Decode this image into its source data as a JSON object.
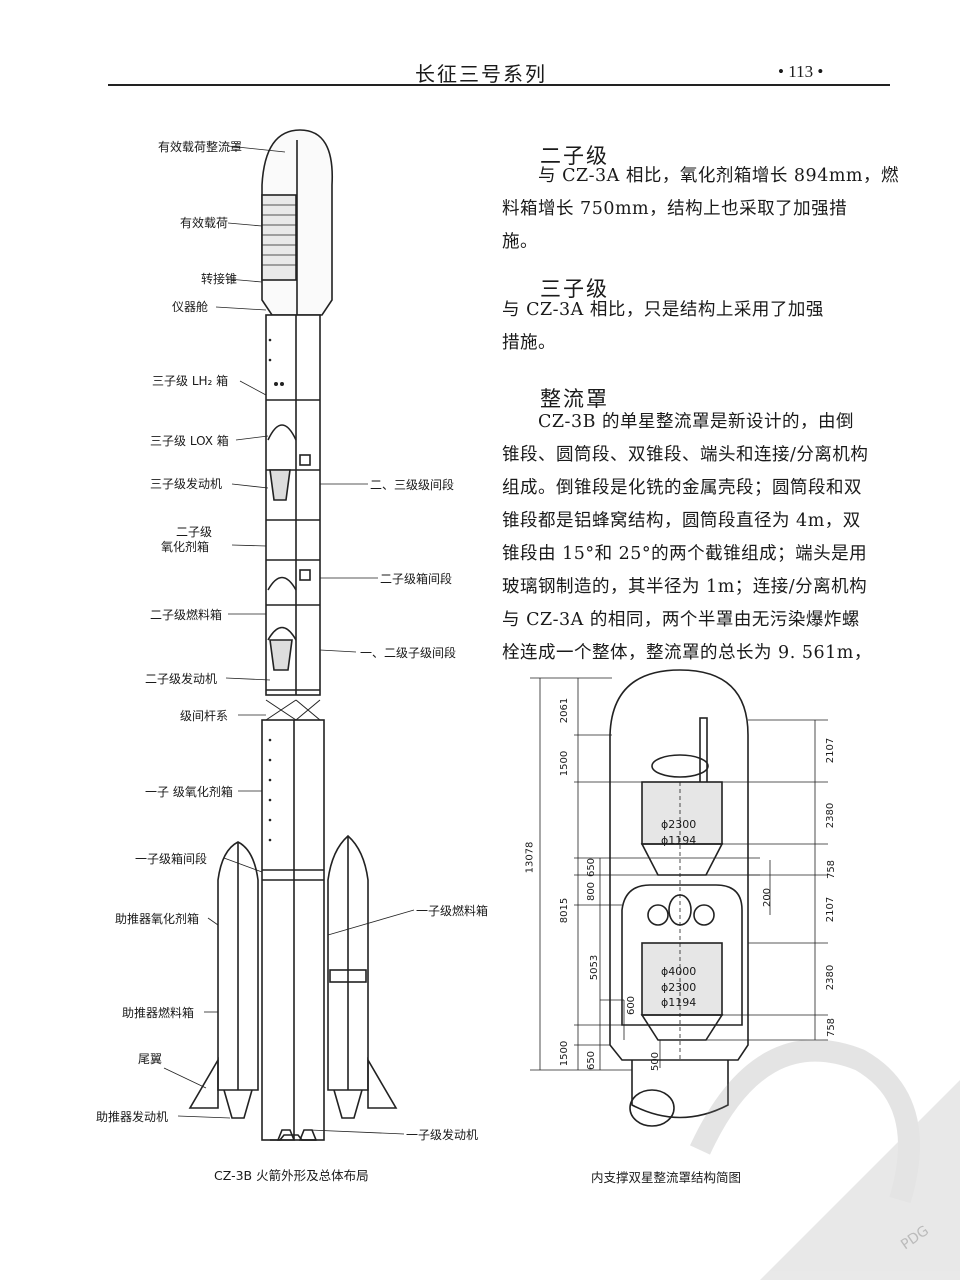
{
  "header": {
    "title": "长征三号系列",
    "page_number": "• 113 •"
  },
  "sections": [
    {
      "title": "二子级",
      "lines": [
        "与 CZ-3A 相比，氧化剂箱增长 894mm，燃",
        "料箱增长 750mm，结构上也采取了加强措",
        "施。"
      ]
    },
    {
      "title": "三子级",
      "lines": [
        "与 CZ-3A 相比，只是结构上采用了加强",
        "措施。"
      ]
    },
    {
      "title": "整流罩",
      "lines": [
        "CZ-3B 的单星整流罩是新设计的，由倒",
        "锥段、圆筒段、双锥段、端头和连接/分离机构",
        "组成。倒锥段是化铣的金属壳段；圆筒段和双",
        "锥段都是铝蜂窝结构，圆筒段直径为 4m，双",
        "锥段由 15°和 25°的两个截锥组成；端头是用",
        "玻璃钢制造的，其半径为 1m；连接/分离机构",
        "与 CZ-3A 的相同，两个半罩由无污染爆炸螺",
        "栓连成一个整体，整流罩的总长为 9. 561m，"
      ]
    }
  ],
  "rocket_figure": {
    "caption": "CZ-3B 火箭外形及总体布局",
    "labels_left": [
      "有效载荷整流罩",
      "有效载荷",
      "转接锥",
      "仪器舱",
      "三子级 LH₂ 箱",
      "三子级 LOX 箱",
      "三子级发动机",
      "二子级",
      "氧化剂箱",
      "二子级燃料箱",
      "二子级发动机",
      "级间杆系",
      "一子 级氧化剂箱",
      "一子级箱间段",
      "助推器氧化剂箱",
      "助推器燃料箱",
      "尾翼",
      "助推器发动机"
    ],
    "labels_right": [
      "二、三级级间段",
      "二子级箱间段",
      "一、二级子级间段",
      "一子级燃料箱",
      "一子级发动机"
    ]
  },
  "fairing_figure": {
    "caption": "内支撑双星整流罩结构简图",
    "dims_left": [
      "2061",
      "1500",
      "13078",
      "650",
      "800",
      "8015",
      "5053",
      "600",
      "1500",
      "650",
      "500"
    ],
    "dims_right": [
      "2107",
      "2380",
      "758",
      "200",
      "2107",
      "2380",
      "758"
    ],
    "diameters_upper": [
      "ϕ2300",
      "ϕ1194"
    ],
    "diameters_lower": [
      "ϕ4000",
      "ϕ2300",
      "ϕ1194"
    ]
  },
  "watermark": {
    "text": "PDG"
  }
}
